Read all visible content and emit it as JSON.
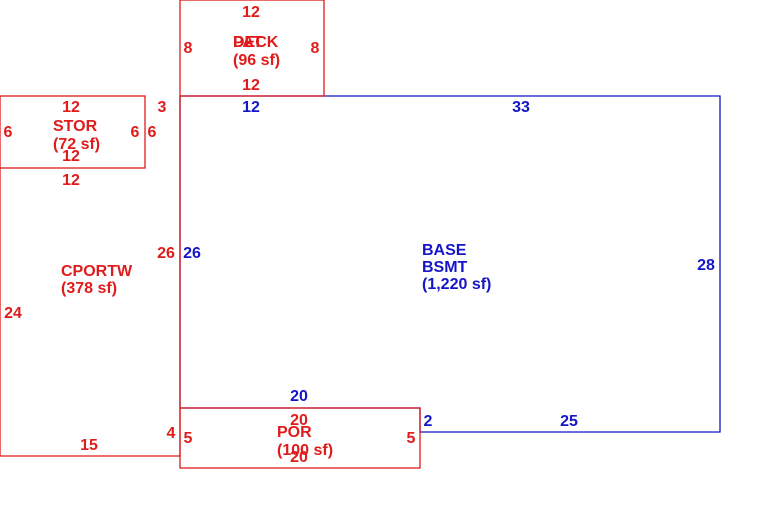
{
  "colors": {
    "addition": "#e01b1b",
    "base": "#1515c8",
    "background": "#ffffff"
  },
  "areas": {
    "deck": {
      "code_a": "PAT",
      "code_b": "DECK",
      "area": "(96 sf)",
      "dims": {
        "top": "12",
        "left": "8",
        "right": "8",
        "bottom": "12"
      }
    },
    "stor": {
      "code": "STOR",
      "area": "(72 sf)",
      "dims": {
        "top": "12",
        "left": "6",
        "right": "6",
        "bottom": "12"
      }
    },
    "cportw": {
      "code": "CPORTW",
      "area": "(378 sf)",
      "dims": {
        "top": "12",
        "gap": "3",
        "upper_left": "6",
        "right": "26",
        "left": "24",
        "bottom": "15",
        "lower_right": "4"
      }
    },
    "base": {
      "code": "BASE",
      "code2": "BSMT",
      "area": "(1,220 sf)",
      "dims": {
        "top_left": "12",
        "top": "33",
        "left": "26",
        "right": "28",
        "bottom_left": "20",
        "step": "2",
        "bottom_right": "25"
      }
    },
    "por": {
      "code": "POR",
      "area": "(100 sf)",
      "dims": {
        "top": "20",
        "left": "5",
        "right": "5",
        "bottom": "20"
      }
    }
  }
}
